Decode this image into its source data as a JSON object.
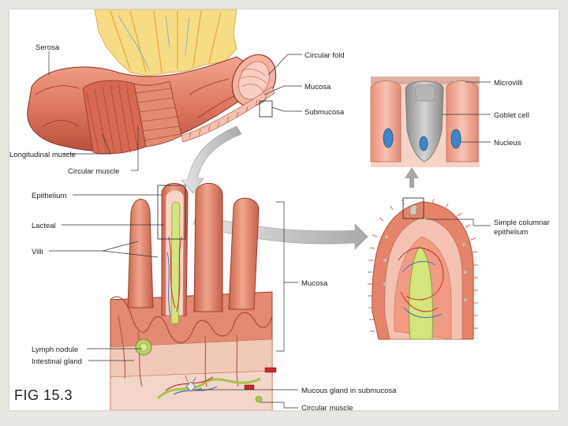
{
  "figure": {
    "caption": "FIG 15.3",
    "labels": {
      "serosa": "Serosa",
      "circular_fold": "Circular fold",
      "mucosa_top": "Mucosa",
      "submucosa": "Submucosa",
      "longitudinal_muscle": "Longitudinal muscle",
      "circular_muscle_top": "Circular muscle",
      "microvilli": "Microvilli",
      "goblet_cell": "Goblet cell",
      "nucleus": "Nucleus",
      "epithelium": "Epithelium",
      "lacteal": "Lacteal",
      "villi": "Villi",
      "simple_columnar_line1": "Simple columnar",
      "simple_columnar_line2": "epithelium",
      "mucosa_mid": "Mucosa",
      "lymph_nodule": "Lymph nodule",
      "intestinal_gland": "Intestinal gland",
      "mucous_gland": "Mucous gland in submucosa",
      "circular_muscle_bottom": "Circular muscle"
    }
  }
}
